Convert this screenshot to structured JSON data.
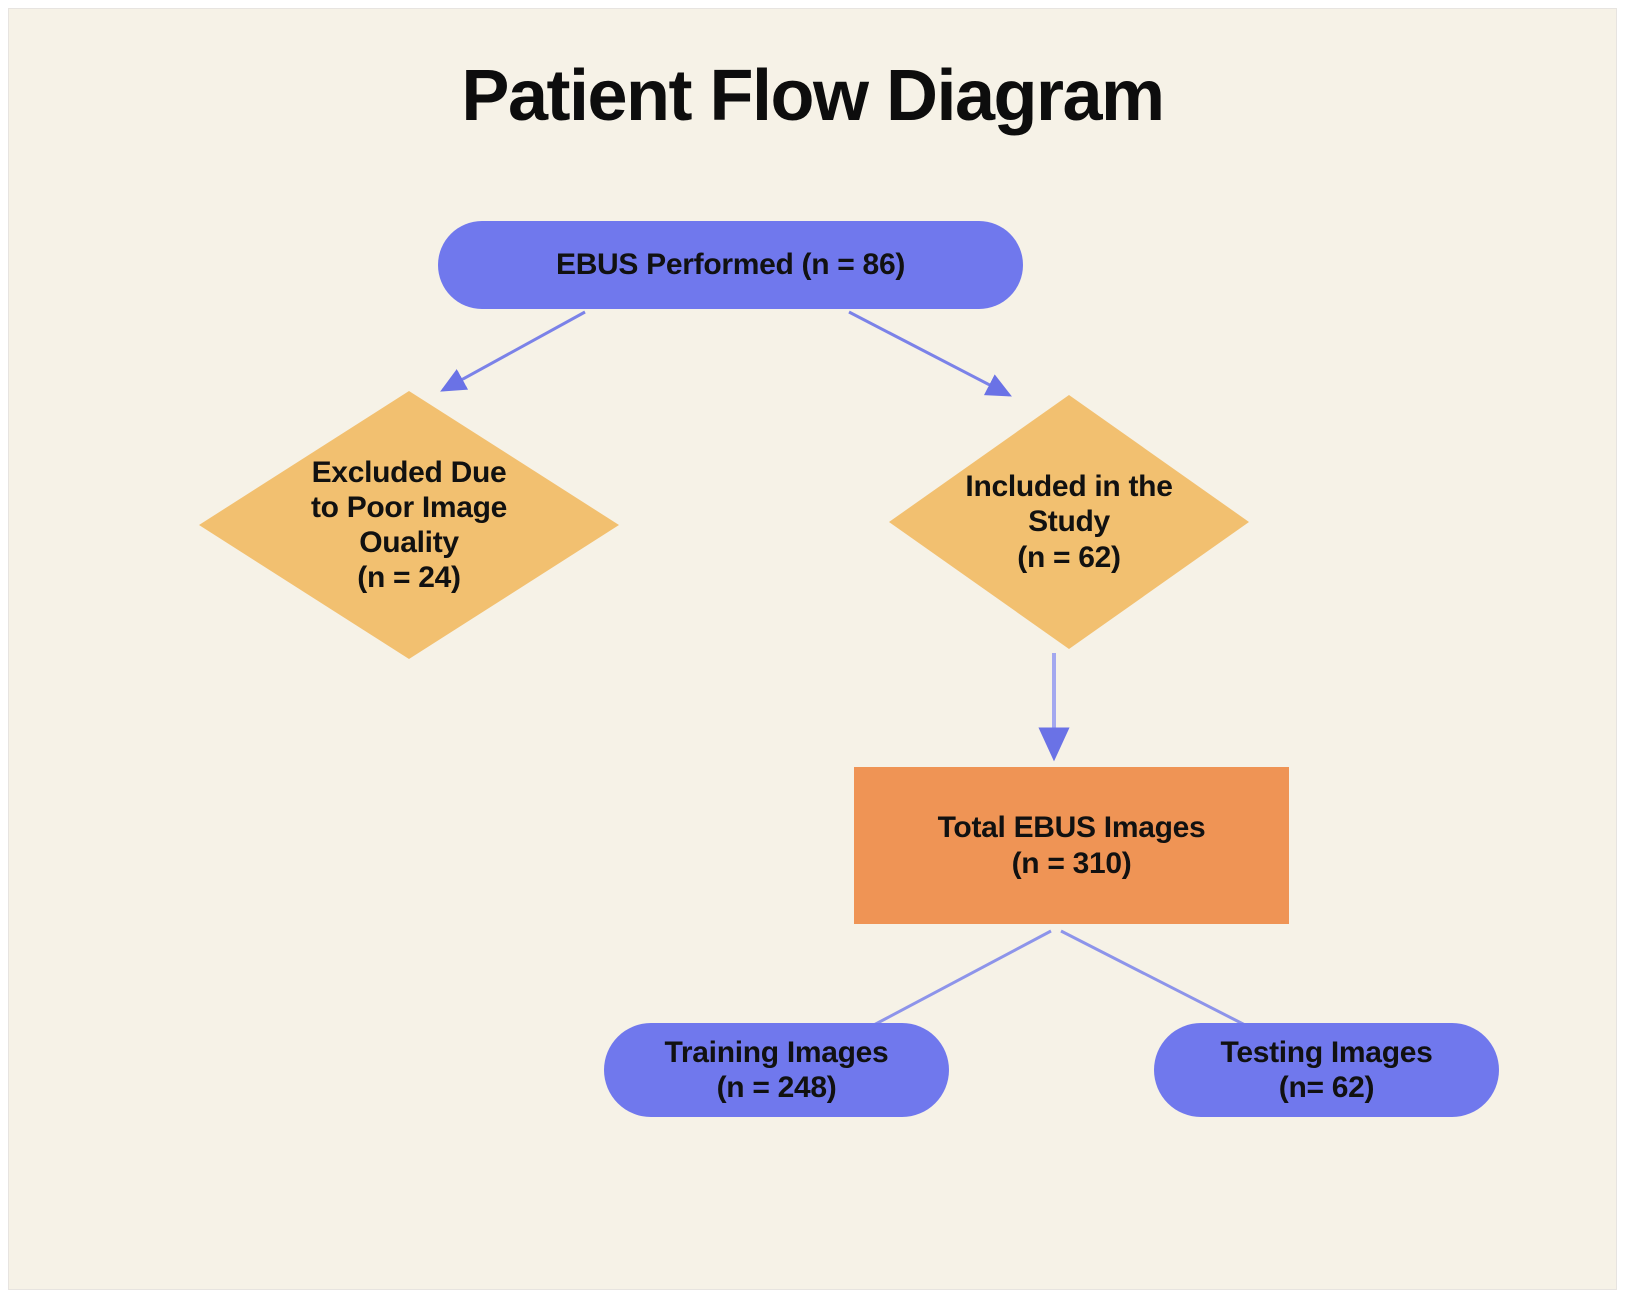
{
  "slide": {
    "title": "Patient Flow Diagram",
    "background_color": "#f6f2e7",
    "title_color": "#0d0d0d"
  },
  "palette": {
    "pill_purple": "#7078ed",
    "diamond_amber": "#f2c070",
    "rect_orange": "#ef9455",
    "connector_purple": "#7b82e8",
    "text_black": "#111111"
  },
  "nodes": {
    "ebus_performed": {
      "shape": "pill",
      "color": "#7078ed",
      "line1": "EBUS Performed (n = 86)",
      "count": 86
    },
    "excluded": {
      "shape": "diamond",
      "color": "#f2c070",
      "line1": "Excluded Due",
      "line2": "to Poor Image",
      "line3": "Ouality",
      "line4": "(n = 24)",
      "count": 24
    },
    "included": {
      "shape": "diamond",
      "color": "#f2c070",
      "line1": "Included in the",
      "line2": "Study",
      "line3": "(n = 62)",
      "count": 62
    },
    "total_images": {
      "shape": "rectangle",
      "color": "#ef9455",
      "line1": "Total EBUS Images",
      "line2": "(n = 310)",
      "count": 310
    },
    "training_images": {
      "shape": "pill",
      "color": "#7078ed",
      "line1": "Training Images",
      "line2": "(n = 248)",
      "count": 248
    },
    "testing_images": {
      "shape": "pill",
      "color": "#7078ed",
      "line1": "Testing Images",
      "line2": "(n= 62)",
      "count": 62
    }
  },
  "connectors": [
    {
      "name": "ebus-to-excluded",
      "from": "ebus_performed",
      "to": "excluded",
      "arrowhead": true
    },
    {
      "name": "ebus-to-included",
      "from": "ebus_performed",
      "to": "included",
      "arrowhead": true
    },
    {
      "name": "included-to-total",
      "from": "included",
      "to": "total_images",
      "arrowhead": true
    },
    {
      "name": "total-to-training",
      "from": "total_images",
      "to": "training_images",
      "arrowhead": false
    },
    {
      "name": "total-to-testing",
      "from": "total_images",
      "to": "testing_images",
      "arrowhead": false
    }
  ]
}
